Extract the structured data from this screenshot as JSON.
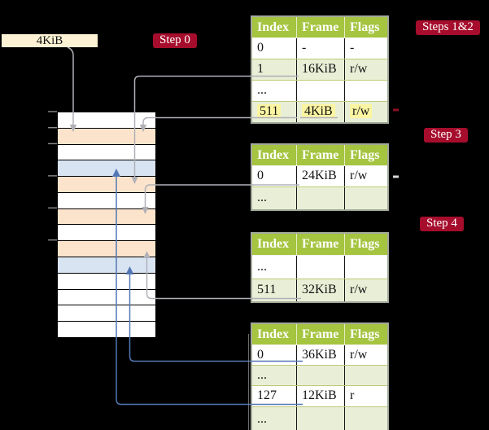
{
  "memory_box_label": "4KiB",
  "step_labels": [
    {
      "id": "step-0",
      "text": "Step 0"
    },
    {
      "id": "steps-1-2",
      "text": "Steps 1&2"
    },
    {
      "id": "step-3",
      "text": "Step 3"
    },
    {
      "id": "step-4",
      "text": "Step 4"
    }
  ],
  "stack": {
    "rows": [
      "white",
      "orange",
      "white",
      "blue",
      "orange",
      "white",
      "orange",
      "white",
      "orange",
      "blue",
      "white",
      "white",
      "white",
      "white"
    ]
  },
  "tables": [
    {
      "name": "page-table-steps-1-2",
      "columns": [
        "Index",
        "Frame",
        "Flags"
      ],
      "rows": [
        {
          "cells": [
            "0",
            "-",
            "-"
          ],
          "shade": "white",
          "highlight": false
        },
        {
          "cells": [
            "1",
            "16KiB",
            "r/w"
          ],
          "shade": "green",
          "highlight": false
        },
        {
          "cells": [
            "...",
            "",
            ""
          ],
          "shade": "white",
          "highlight": false
        },
        {
          "cells": [
            "511",
            "4KiB",
            "r/w"
          ],
          "shade": "green",
          "highlight": true
        }
      ]
    },
    {
      "name": "page-table-step-3",
      "columns": [
        "Index",
        "Frame",
        "Flags"
      ],
      "rows": [
        {
          "cells": [
            "0",
            "24KiB",
            "r/w"
          ],
          "shade": "white",
          "highlight": false
        },
        {
          "cells": [
            "...",
            "",
            ""
          ],
          "shade": "green",
          "highlight": false
        }
      ]
    },
    {
      "name": "page-table-step-4-upper",
      "columns": [
        "Index",
        "Frame",
        "Flags"
      ],
      "rows": [
        {
          "cells": [
            "...",
            "",
            ""
          ],
          "shade": "white",
          "highlight": false
        },
        {
          "cells": [
            "511",
            "32KiB",
            "r/w"
          ],
          "shade": "green",
          "highlight": false
        }
      ]
    },
    {
      "name": "page-table-step-4-lower",
      "columns": [
        "Index",
        "Frame",
        "Flags"
      ],
      "rows": [
        {
          "cells": [
            "0",
            "36KiB",
            "r/w"
          ],
          "shade": "white",
          "highlight": false
        },
        {
          "cells": [
            "...",
            "",
            ""
          ],
          "shade": "green",
          "highlight": false
        },
        {
          "cells": [
            "127",
            "12KiB",
            "r"
          ],
          "shade": "white",
          "highlight": false
        },
        {
          "cells": [
            "...",
            "",
            ""
          ],
          "shade": "green",
          "highlight": false
        }
      ]
    }
  ],
  "colors": {
    "background": "#000000",
    "badge_red": "#a60d2c",
    "memory_box_bg": "#fdf3d4",
    "table_header_green": "#a5c440",
    "table_row_green": "#e9efd6",
    "table_row_white": "#ffffff",
    "stack_orange": "#fce4cc",
    "stack_blue": "#d9e4f2",
    "stack_white": "#ffffff",
    "highlight_yellow": "#fbf5a2",
    "arrow_gray": "#b0b0b8",
    "arrow_blue": "#5277b4"
  }
}
